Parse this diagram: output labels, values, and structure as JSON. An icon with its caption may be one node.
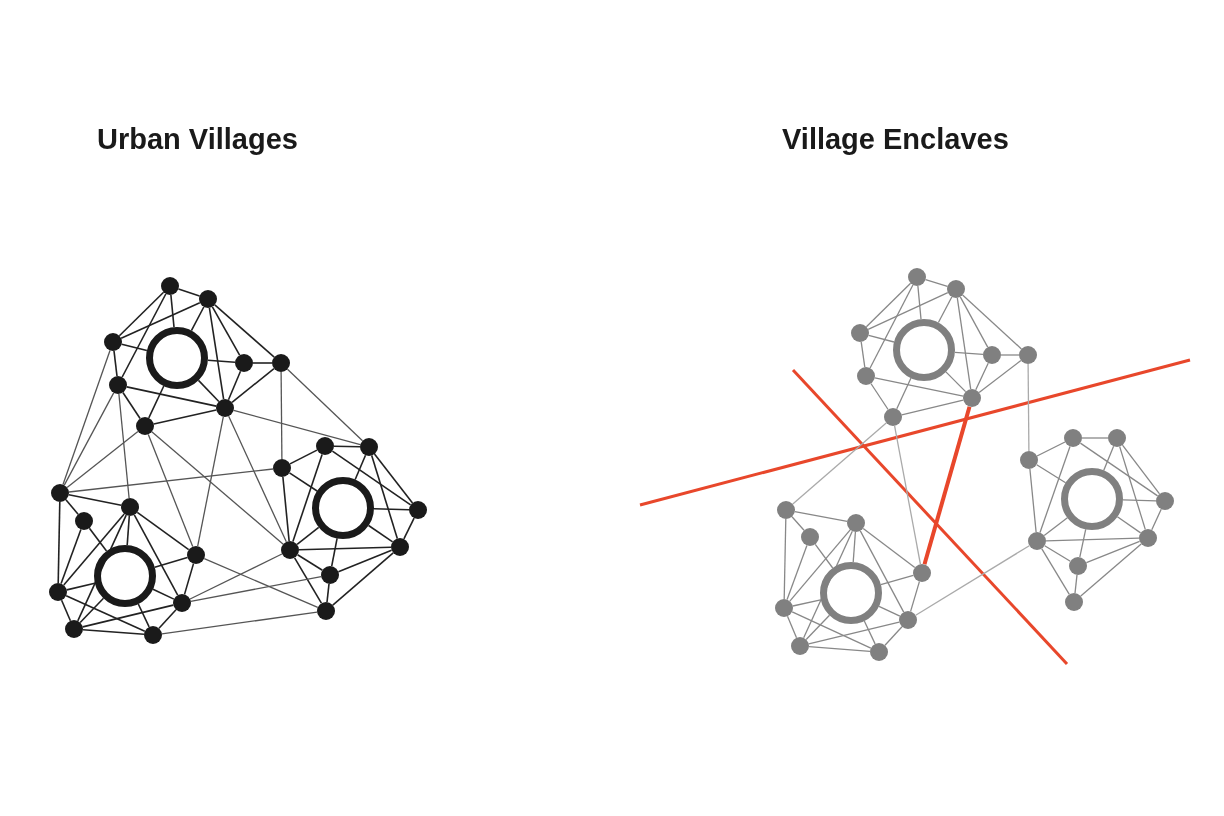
{
  "diagram": {
    "nodes": [
      {
        "text": [],
        "shape": "dot"
      },
      {
        "text": [],
        "shape": "dot"
      },
      {
        "text": [],
        "shape": "dot"
      },
      {
        "text": [],
        "shape": "circle"
      },
      {
        "text": [],
        "shape": "dot"
      },
      {
        "text": [],
        "shape": "dot"
      },
      {
        "text": [],
        "shape": "dot"
      },
      {
        "text": [],
        "shape": "dot"
      },
      {
        "text": [],
        "shape": "dot"
      },
      {
        "text": [],
        "shape": "dot"
      },
      {
        "text": [],
        "shape": "dot"
      },
      {
        "text": [],
        "shape": "dot"
      },
      {
        "text": [],
        "shape": "circle"
      },
      {
        "text": [],
        "shape": "dot"
      },
      {
        "text": [],
        "shape": "dot"
      },
      {
        "text": [],
        "shape": "dot"
      },
      {
        "text": [],
        "shape": "dot"
      },
      {
        "text": [],
        "shape": "dot"
      },
      {
        "text": [],
        "shape": "dot"
      },
      {
        "text": [],
        "shape": "dot"
      },
      {
        "text": [],
        "shape": "dot"
      },
      {
        "text": [],
        "shape": "circle"
      },
      {
        "text": [],
        "shape": "dot"
      },
      {
        "text": [],
        "shape": "dot"
      },
      {
        "text": [],
        "shape": "dot"
      },
      {
        "text": [],
        "shape": "dot"
      },
      {
        "text": [],
        "shape": "dot"
      },
      {
        "text": [],
        "shape": "dot"
      },
      {
        "text": [],
        "shape": "dot"
      },
      {
        "text": [],
        "shape": "dot"
      },
      {
        "text": [],
        "shape": "circle"
      },
      {
        "text": [],
        "shape": "dot"
      },
      {
        "text": [],
        "shape": "dot"
      },
      {
        "text": [],
        "shape": "dot"
      },
      {
        "text": [],
        "shape": "dot"
      },
      {
        "text": [],
        "shape": "dot"
      },
      {
        "text": [],
        "shape": "dot"
      },
      {
        "text": [],
        "shape": "dot"
      },
      {
        "text": [],
        "shape": "dot"
      },
      {
        "text": [],
        "shape": "circle"
      },
      {
        "text": [],
        "shape": "dot"
      },
      {
        "text": [],
        "shape": "dot"
      },
      {
        "text": [],
        "shape": "dot"
      },
      {
        "text": [],
        "shape": "dot"
      },
      {
        "text": [],
        "shape": "dot"
      },
      {
        "text": [],
        "shape": "dot"
      },
      {
        "text": [],
        "shape": "dot"
      },
      {
        "text": [],
        "shape": "dot"
      },
      {
        "text": [],
        "shape": "circle"
      },
      {
        "text": [],
        "shape": "dot"
      },
      {
        "text": [],
        "shape": "dot"
      },
      {
        "text": [],
        "shape": "dot"
      },
      {
        "text": [],
        "shape": "dot"
      },
      {
        "text": [],
        "shape": "dot"
      }
    ],
    "edges": [
      {
        "from": 0,
        "to": 1,
        "arrow": "none"
      },
      {
        "from": 0,
        "to": 2,
        "arrow": "none"
      },
      {
        "from": 0,
        "to": 3,
        "arrow": "none"
      },
      {
        "from": 0,
        "to": 6,
        "arrow": "none"
      },
      {
        "from": 1,
        "to": 2,
        "arrow": "none"
      },
      {
        "from": 1,
        "to": 3,
        "arrow": "none"
      },
      {
        "from": 1,
        "to": 7,
        "arrow": "none"
      },
      {
        "from": 1,
        "to": 4,
        "arrow": "none"
      },
      {
        "from": 1,
        "to": 5,
        "arrow": "none"
      },
      {
        "from": 2,
        "to": 3,
        "arrow": "none"
      },
      {
        "from": 2,
        "to": 6,
        "arrow": "none"
      },
      {
        "from": 3,
        "to": 4,
        "arrow": "none"
      },
      {
        "from": 3,
        "to": 7,
        "arrow": "none"
      },
      {
        "from": 3,
        "to": 8,
        "arrow": "none"
      },
      {
        "from": 6,
        "to": 7,
        "arrow": "none"
      },
      {
        "from": 6,
        "to": 8,
        "arrow": "none"
      },
      {
        "from": 4,
        "to": 5,
        "arrow": "none"
      },
      {
        "from": 4,
        "to": 7,
        "arrow": "none"
      },
      {
        "from": 5,
        "to": 7,
        "arrow": "none"
      },
      {
        "from": 7,
        "to": 8,
        "arrow": "none"
      },
      {
        "from": 9,
        "to": 11,
        "arrow": "none"
      },
      {
        "from": 9,
        "to": 10,
        "arrow": "none"
      },
      {
        "from": 9,
        "to": 14,
        "arrow": "none"
      },
      {
        "from": 10,
        "to": 14,
        "arrow": "none"
      },
      {
        "from": 10,
        "to": 12,
        "arrow": "none"
      },
      {
        "from": 11,
        "to": 12,
        "arrow": "none"
      },
      {
        "from": 11,
        "to": 13,
        "arrow": "none"
      },
      {
        "from": 11,
        "to": 14,
        "arrow": "none"
      },
      {
        "from": 11,
        "to": 16,
        "arrow": "none"
      },
      {
        "from": 11,
        "to": 15,
        "arrow": "none"
      },
      {
        "from": 12,
        "to": 13,
        "arrow": "none"
      },
      {
        "from": 13,
        "to": 15,
        "arrow": "none"
      },
      {
        "from": 14,
        "to": 12,
        "arrow": "none"
      },
      {
        "from": 14,
        "to": 17,
        "arrow": "none"
      },
      {
        "from": 14,
        "to": 16,
        "arrow": "none"
      },
      {
        "from": 16,
        "to": 15,
        "arrow": "none"
      },
      {
        "from": 16,
        "to": 17,
        "arrow": "none"
      },
      {
        "from": 16,
        "to": 12,
        "arrow": "none"
      },
      {
        "from": 17,
        "to": 15,
        "arrow": "none"
      },
      {
        "from": 17,
        "to": 12,
        "arrow": "none"
      },
      {
        "from": 12,
        "to": 15,
        "arrow": "none"
      },
      {
        "from": 18,
        "to": 19,
        "arrow": "none"
      },
      {
        "from": 18,
        "to": 20,
        "arrow": "none"
      },
      {
        "from": 18,
        "to": 23,
        "arrow": "none"
      },
      {
        "from": 18,
        "to": 22,
        "arrow": "none"
      },
      {
        "from": 19,
        "to": 21,
        "arrow": "none"
      },
      {
        "from": 19,
        "to": 22,
        "arrow": "none"
      },
      {
        "from": 19,
        "to": 24,
        "arrow": "none"
      },
      {
        "from": 20,
        "to": 23,
        "arrow": "none"
      },
      {
        "from": 20,
        "to": 21,
        "arrow": "none"
      },
      {
        "from": 23,
        "to": 21,
        "arrow": "none"
      },
      {
        "from": 23,
        "to": 24,
        "arrow": "none"
      },
      {
        "from": 23,
        "to": 25,
        "arrow": "none"
      },
      {
        "from": 23,
        "to": 26,
        "arrow": "none"
      },
      {
        "from": 21,
        "to": 22,
        "arrow": "none"
      },
      {
        "from": 21,
        "to": 24,
        "arrow": "none"
      },
      {
        "from": 21,
        "to": 25,
        "arrow": "none"
      },
      {
        "from": 25,
        "to": 24,
        "arrow": "none"
      },
      {
        "from": 25,
        "to": 26,
        "arrow": "none"
      },
      {
        "from": 26,
        "to": 24,
        "arrow": "none"
      },
      {
        "from": 22,
        "to": 24,
        "arrow": "none"
      },
      {
        "from": 2,
        "to": 9,
        "arrow": "none",
        "color": "#555555"
      },
      {
        "from": 6,
        "to": 9,
        "arrow": "none",
        "color": "#555555"
      },
      {
        "from": 6,
        "to": 11,
        "arrow": "none",
        "color": "#555555"
      },
      {
        "from": 8,
        "to": 9,
        "arrow": "none",
        "color": "#555555"
      },
      {
        "from": 8,
        "to": 13,
        "arrow": "none",
        "color": "#555555"
      },
      {
        "from": 8,
        "to": 23,
        "arrow": "none",
        "color": "#555555"
      },
      {
        "from": 7,
        "to": 13,
        "arrow": "none",
        "color": "#555555"
      },
      {
        "from": 7,
        "to": 23,
        "arrow": "none",
        "color": "#555555"
      },
      {
        "from": 7,
        "to": 19,
        "arrow": "none",
        "color": "#555555"
      },
      {
        "from": 5,
        "to": 19,
        "arrow": "none",
        "color": "#555555"
      },
      {
        "from": 5,
        "to": 20,
        "arrow": "none",
        "color": "#555555"
      },
      {
        "from": 9,
        "to": 20,
        "arrow": "none",
        "color": "#555555"
      },
      {
        "from": 13,
        "to": 26,
        "arrow": "none",
        "color": "#555555"
      },
      {
        "from": 15,
        "to": 23,
        "arrow": "none",
        "color": "#555555"
      },
      {
        "from": 15,
        "to": 25,
        "arrow": "none",
        "color": "#555555"
      },
      {
        "from": 17,
        "to": 26,
        "arrow": "none",
        "color": "#555555"
      },
      {
        "from": 27,
        "to": 28,
        "arrow": "none",
        "color": "#888888"
      },
      {
        "from": 27,
        "to": 29,
        "arrow": "none",
        "color": "#888888"
      },
      {
        "from": 27,
        "to": 30,
        "arrow": "none",
        "color": "#888888"
      },
      {
        "from": 27,
        "to": 33,
        "arrow": "none",
        "color": "#888888"
      },
      {
        "from": 28,
        "to": 29,
        "arrow": "none",
        "color": "#888888"
      },
      {
        "from": 28,
        "to": 30,
        "arrow": "none",
        "color": "#888888"
      },
      {
        "from": 28,
        "to": 34,
        "arrow": "none",
        "color": "#888888"
      },
      {
        "from": 28,
        "to": 31,
        "arrow": "none",
        "color": "#888888"
      },
      {
        "from": 28,
        "to": 32,
        "arrow": "none",
        "color": "#888888"
      },
      {
        "from": 29,
        "to": 30,
        "arrow": "none",
        "color": "#888888"
      },
      {
        "from": 29,
        "to": 33,
        "arrow": "none",
        "color": "#888888"
      },
      {
        "from": 30,
        "to": 31,
        "arrow": "none",
        "color": "#888888"
      },
      {
        "from": 30,
        "to": 34,
        "arrow": "none",
        "color": "#888888"
      },
      {
        "from": 30,
        "to": 35,
        "arrow": "none",
        "color": "#888888"
      },
      {
        "from": 33,
        "to": 34,
        "arrow": "none",
        "color": "#888888"
      },
      {
        "from": 33,
        "to": 35,
        "arrow": "none",
        "color": "#888888"
      },
      {
        "from": 31,
        "to": 32,
        "arrow": "none",
        "color": "#888888"
      },
      {
        "from": 31,
        "to": 34,
        "arrow": "none",
        "color": "#888888"
      },
      {
        "from": 32,
        "to": 34,
        "arrow": "none",
        "color": "#888888"
      },
      {
        "from": 34,
        "to": 35,
        "arrow": "none",
        "color": "#888888"
      },
      {
        "from": 36,
        "to": 38,
        "arrow": "none",
        "color": "#888888"
      },
      {
        "from": 36,
        "to": 37,
        "arrow": "none",
        "color": "#888888"
      },
      {
        "from": 36,
        "to": 41,
        "arrow": "none",
        "color": "#888888"
      },
      {
        "from": 37,
        "to": 41,
        "arrow": "none",
        "color": "#888888"
      },
      {
        "from": 37,
        "to": 39,
        "arrow": "none",
        "color": "#888888"
      },
      {
        "from": 38,
        "to": 39,
        "arrow": "none",
        "color": "#888888"
      },
      {
        "from": 38,
        "to": 40,
        "arrow": "none",
        "color": "#888888"
      },
      {
        "from": 38,
        "to": 41,
        "arrow": "none",
        "color": "#888888"
      },
      {
        "from": 38,
        "to": 43,
        "arrow": "none",
        "color": "#888888"
      },
      {
        "from": 38,
        "to": 42,
        "arrow": "none",
        "color": "#888888"
      },
      {
        "from": 39,
        "to": 40,
        "arrow": "none",
        "color": "#888888"
      },
      {
        "from": 40,
        "to": 42,
        "arrow": "none",
        "color": "#888888"
      },
      {
        "from": 41,
        "to": 39,
        "arrow": "none",
        "color": "#888888"
      },
      {
        "from": 41,
        "to": 44,
        "arrow": "none",
        "color": "#888888"
      },
      {
        "from": 41,
        "to": 43,
        "arrow": "none",
        "color": "#888888"
      },
      {
        "from": 43,
        "to": 42,
        "arrow": "none",
        "color": "#888888"
      },
      {
        "from": 43,
        "to": 44,
        "arrow": "none",
        "color": "#888888"
      },
      {
        "from": 43,
        "to": 39,
        "arrow": "none",
        "color": "#888888"
      },
      {
        "from": 44,
        "to": 42,
        "arrow": "none",
        "color": "#888888"
      },
      {
        "from": 44,
        "to": 39,
        "arrow": "none",
        "color": "#888888"
      },
      {
        "from": 39,
        "to": 42,
        "arrow": "none",
        "color": "#888888"
      },
      {
        "from": 45,
        "to": 46,
        "arrow": "none",
        "color": "#888888"
      },
      {
        "from": 45,
        "to": 47,
        "arrow": "none",
        "color": "#888888"
      },
      {
        "from": 45,
        "to": 50,
        "arrow": "none",
        "color": "#888888"
      },
      {
        "from": 45,
        "to": 49,
        "arrow": "none",
        "color": "#888888"
      },
      {
        "from": 46,
        "to": 48,
        "arrow": "none",
        "color": "#888888"
      },
      {
        "from": 46,
        "to": 49,
        "arrow": "none",
        "color": "#888888"
      },
      {
        "from": 46,
        "to": 51,
        "arrow": "none",
        "color": "#888888"
      },
      {
        "from": 47,
        "to": 50,
        "arrow": "none",
        "color": "#888888"
      },
      {
        "from": 47,
        "to": 48,
        "arrow": "none",
        "color": "#888888"
      },
      {
        "from": 50,
        "to": 48,
        "arrow": "none",
        "color": "#888888"
      },
      {
        "from": 50,
        "to": 51,
        "arrow": "none",
        "color": "#888888"
      },
      {
        "from": 50,
        "to": 52,
        "arrow": "none",
        "color": "#888888"
      },
      {
        "from": 50,
        "to": 53,
        "arrow": "none",
        "color": "#888888"
      },
      {
        "from": 48,
        "to": 49,
        "arrow": "none",
        "color": "#888888"
      },
      {
        "from": 48,
        "to": 51,
        "arrow": "none",
        "color": "#888888"
      },
      {
        "from": 48,
        "to": 52,
        "arrow": "none",
        "color": "#888888"
      },
      {
        "from": 52,
        "to": 51,
        "arrow": "none",
        "color": "#888888"
      },
      {
        "from": 52,
        "to": 53,
        "arrow": "none",
        "color": "#888888"
      },
      {
        "from": 53,
        "to": 51,
        "arrow": "none",
        "color": "#888888"
      },
      {
        "from": 49,
        "to": 51,
        "arrow": "none",
        "color": "#888888"
      },
      {
        "from": 35,
        "to": 36,
        "arrow": "none",
        "color": "#aaaaaa"
      },
      {
        "from": 35,
        "to": 40,
        "arrow": "none",
        "color": "#aaaaaa"
      },
      {
        "from": 32,
        "to": 47,
        "arrow": "none",
        "color": "#aaaaaa"
      },
      {
        "from": 42,
        "to": 50,
        "arrow": "none",
        "color": "#aaaaaa"
      },
      {
        "from": 34,
        "to": 40,
        "arrow": "none",
        "style": "thick",
        "color": "#e8472b"
      }
    ],
    "labels": [
      "Urban Villages",
      "Village Enclaves"
    ]
  }
}
